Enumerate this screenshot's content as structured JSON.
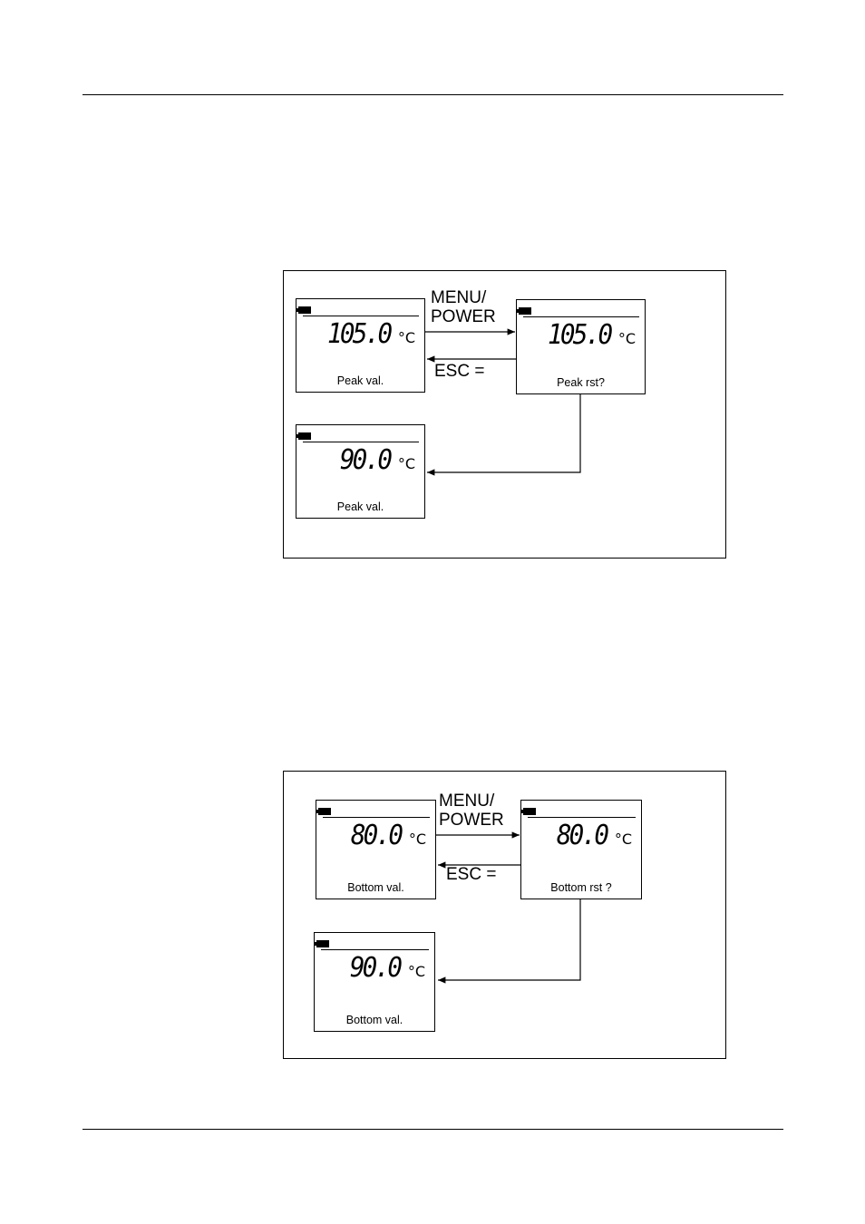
{
  "figure_peak": {
    "display_a": {
      "reading": "105.0",
      "unit": "°C",
      "status": "Peak val."
    },
    "display_b": {
      "reading": "105.0",
      "unit": "°C",
      "status": "Peak rst?"
    },
    "display_c": {
      "reading": "90.0",
      "unit": "°C",
      "status": "Peak val."
    },
    "key_forward": {
      "line1": "MENU/",
      "line2": "POWER"
    },
    "key_back": "ESC ="
  },
  "figure_bottom": {
    "display_a": {
      "reading": "80.0",
      "unit": "°C",
      "status": "Bottom val."
    },
    "display_b": {
      "reading": "80.0",
      "unit": "°C",
      "status": "Bottom rst ?"
    },
    "display_c": {
      "reading": "90.0",
      "unit": "°C",
      "status": "Bottom val."
    },
    "key_forward": {
      "line1": "MENU/",
      "line2": "POWER"
    },
    "key_back": "ESC ="
  }
}
